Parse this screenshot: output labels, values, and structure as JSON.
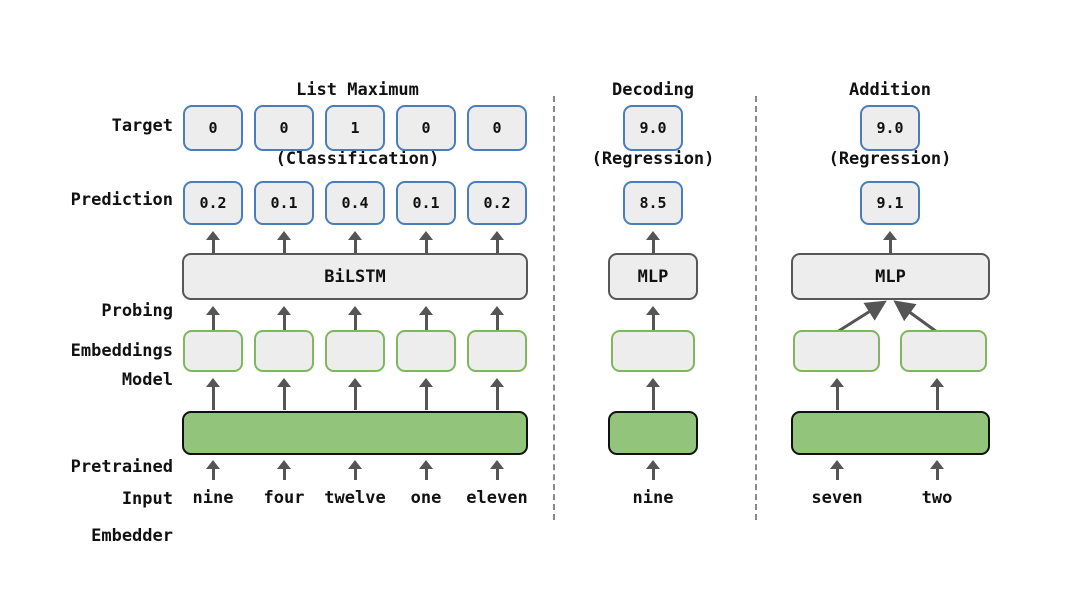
{
  "figure": {
    "type": "diagram",
    "description": "Probing framework diagram with three task columns"
  },
  "row_labels": {
    "target": "Target",
    "prediction": "Prediction",
    "probing_model": "Probing\nModel",
    "embeddings": "Embeddings",
    "pretrained_embedder": "Pretrained\nEmbedder",
    "input": "Input"
  },
  "colors": {
    "blue_border": "#4a7ebb",
    "green_border": "#7fb761",
    "gray_border": "#575757",
    "box_fill": "#ededed",
    "embedder_fill": "#92c47c",
    "arrow": "#555555",
    "divider": "#8a8a8a"
  },
  "columns": [
    {
      "id": "list-maximum",
      "title": "List Maximum\n(Classification)",
      "title_line1": "List Maximum",
      "title_line2": "(Classification)",
      "probing_model_label": "BiLSTM",
      "probing_model_type": "single-wide",
      "targets": [
        "0",
        "0",
        "1",
        "0",
        "0"
      ],
      "predictions": [
        "0.2",
        "0.1",
        "0.4",
        "0.1",
        "0.2"
      ],
      "embeddings": [
        "",
        "",
        "",
        "",
        ""
      ],
      "inputs": [
        "nine",
        "four",
        "twelve",
        "one",
        "eleven"
      ]
    },
    {
      "id": "decoding",
      "title": "Decoding\n(Regression)",
      "title_line1": "Decoding",
      "title_line2": "(Regression)",
      "probing_model_label": "MLP",
      "probing_model_type": "single",
      "targets": [
        "9.0"
      ],
      "predictions": [
        "8.5"
      ],
      "embeddings": [
        ""
      ],
      "inputs": [
        "nine"
      ]
    },
    {
      "id": "addition",
      "title": "Addition\n(Regression)",
      "title_line1": "Addition",
      "title_line2": "(Regression)",
      "probing_model_label": "MLP",
      "probing_model_type": "merge",
      "targets": [
        "9.0"
      ],
      "predictions": [
        "9.1"
      ],
      "embeddings": [
        "",
        ""
      ],
      "inputs": [
        "seven",
        "two"
      ]
    }
  ]
}
